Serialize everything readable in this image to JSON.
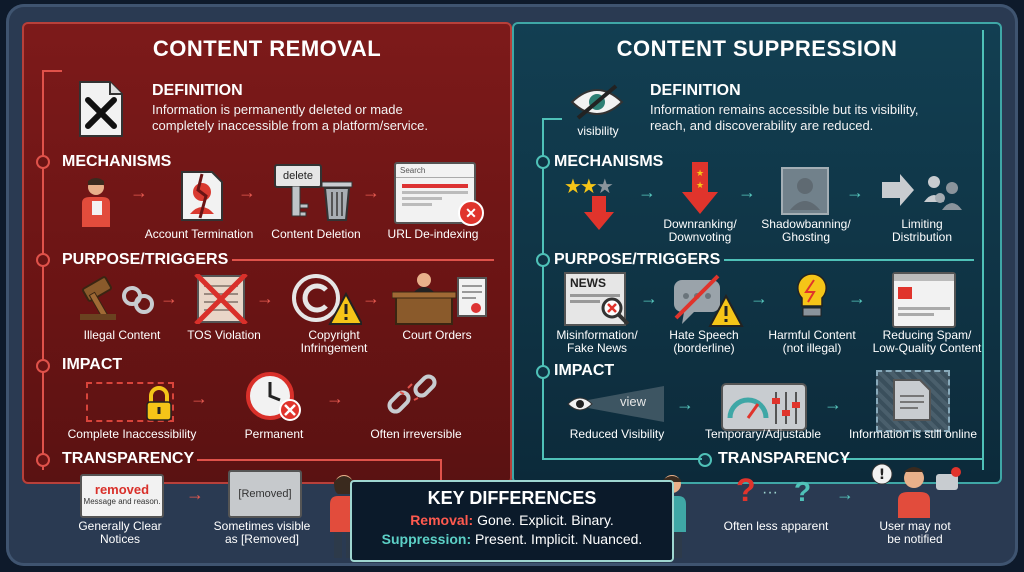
{
  "removal": {
    "title": "CONTENT REMOVAL",
    "definition_heading": "DEFINITION",
    "definition_text_1": "Information is permanently deleted or made",
    "definition_text_2": "completely inaccessible from a platform/service.",
    "mechanisms_heading": "MECHANISMS",
    "mechanisms": [
      "Account Termination",
      "Content Deletion",
      "URL De-indexing"
    ],
    "delete_tag": "delete",
    "search_label": "Search",
    "purpose_heading": "PURPOSE/TRIGGERS",
    "purpose": [
      "Illegal Content",
      "TOS Violation",
      "Copyright",
      "Infringement",
      "Court Orders"
    ],
    "impact_heading": "IMPACT",
    "impact": [
      "Complete Inaccessibility",
      "Permanent",
      "Often irreversible"
    ],
    "transparency_heading": "TRANSPARENCY",
    "removed_label": "removed",
    "removed_sub": "Message and reason.",
    "removed_bracket": "[Removed]",
    "transparency_1a": "Generally Clear",
    "transparency_1b": "Notices",
    "transparency_2a": "Sometimes visible",
    "transparency_2b": "as [Removed]"
  },
  "suppression": {
    "title": "CONTENT SUPPRESSION",
    "definition_heading": "DEFINITION",
    "visibility_label": "visibility",
    "definition_text_1": "Information remains accessible but its visibility,",
    "definition_text_2": "reach, and discoverability are reduced.",
    "mechanisms_heading": "MECHANISMS",
    "mech_1a": "Downranking/",
    "mech_1b": "Downvoting",
    "mech_2a": "Shadowbanning/",
    "mech_2b": "Ghosting",
    "mech_3a": "Limiting",
    "mech_3b": "Distribution",
    "purpose_heading": "PURPOSE/TRIGGERS",
    "news_label": "NEWS",
    "p_1a": "Misinformation/",
    "p_1b": "Fake News",
    "p_2a": "Hate Speech",
    "p_2b": "(borderline)",
    "p_3a": "Harmful Content",
    "p_3b": "(not illegal)",
    "p_4a": "Reducing Spam/",
    "p_4b": "Low-Quality Content",
    "impact_heading": "IMPACT",
    "view_label": "view",
    "impact": [
      "Reduced Visibility",
      "Temporary/Adjustable",
      "Information is still online"
    ],
    "transparency_heading": "TRANSPARENCY",
    "t_1": "Often less apparent",
    "t_2a": "User may not",
    "t_2b": "be notified"
  },
  "key": {
    "title": "KEY DIFFERENCES",
    "removal_label": "Removal:",
    "removal_text": " Gone. Explicit. Binary.",
    "suppression_label": "Suppression:",
    "suppression_text": " Present. Implicit. Nuanced."
  },
  "colors": {
    "removal": "#7d1a1a",
    "suppression": "#123f52",
    "accent_red": "#e0524a",
    "accent_teal": "#4fc1b8"
  }
}
